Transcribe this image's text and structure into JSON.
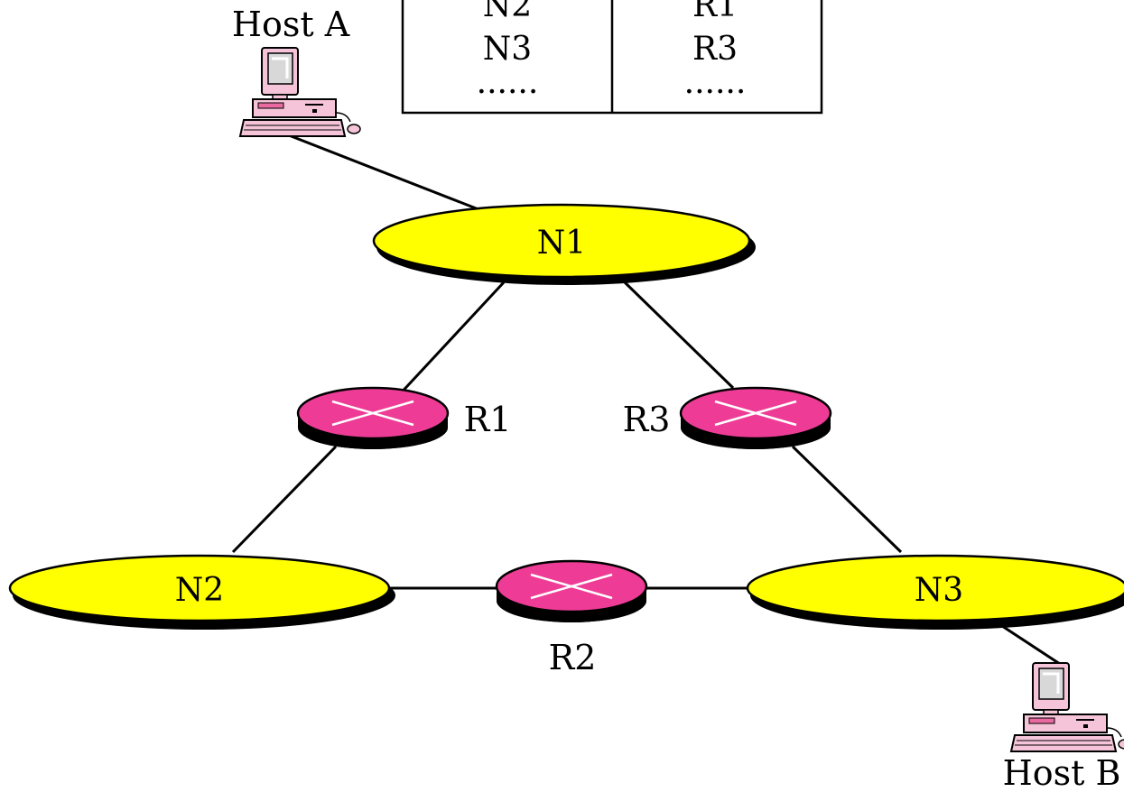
{
  "colors": {
    "network_fill": "#ffff00",
    "router_fill": "#ee3c96",
    "router_x": "#ffffff",
    "line": "#000000",
    "computer_pink": "#e86aa0",
    "computer_light": "#f5c4d8",
    "screen_gray": "#d8d8d8"
  },
  "routing_table": {
    "col1": [
      "N2",
      "N3",
      "......"
    ],
    "col2": [
      "R1",
      "R3",
      "......"
    ]
  },
  "hosts": {
    "a": {
      "label": "Host A"
    },
    "b": {
      "label": "Host B"
    }
  },
  "networks": {
    "n1": {
      "label": "N1"
    },
    "n2": {
      "label": "N2"
    },
    "n3": {
      "label": "N3"
    }
  },
  "routers": {
    "r1": {
      "label": "R1"
    },
    "r2": {
      "label": "R2"
    },
    "r3": {
      "label": "R3"
    }
  }
}
